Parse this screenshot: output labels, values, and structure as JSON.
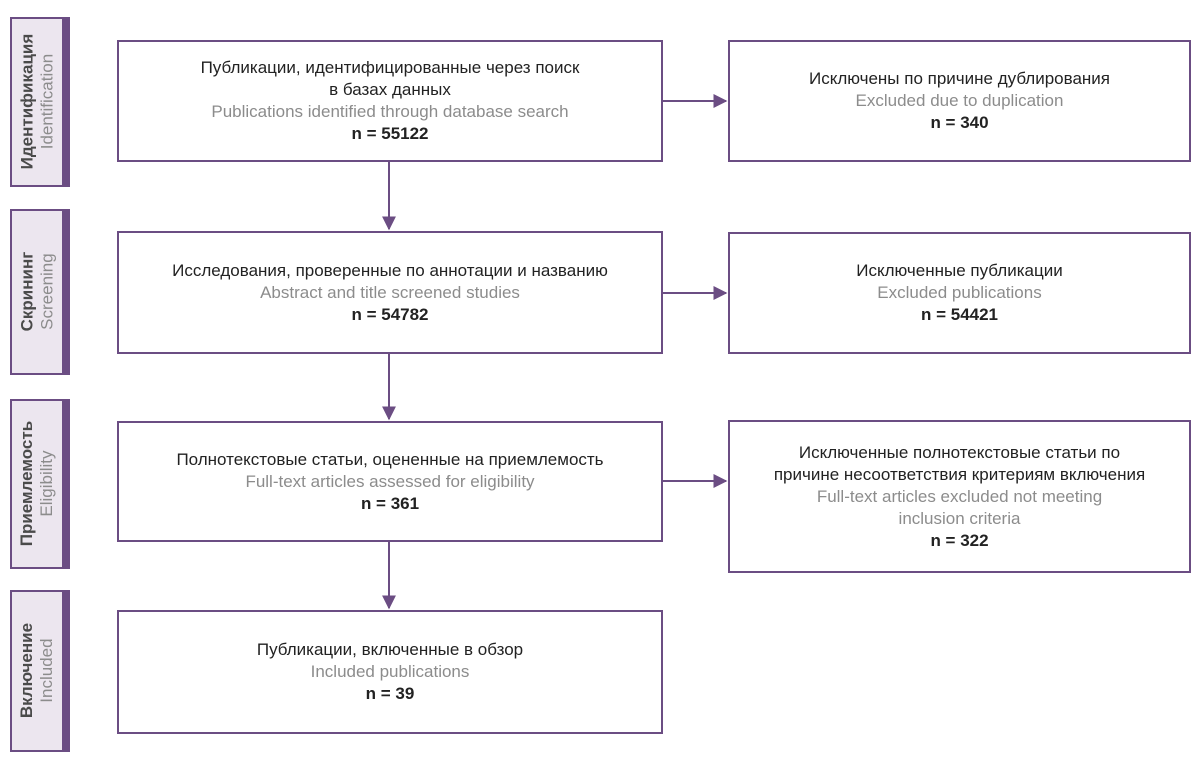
{
  "stages": [
    {
      "ru": "Идентификация",
      "en": "Identification"
    },
    {
      "ru": "Скрининг",
      "en": "Screening"
    },
    {
      "ru": "Приемлемость",
      "en": "Eligibility"
    },
    {
      "ru": "Включение",
      "en": "Included"
    }
  ],
  "main": [
    {
      "ru_lines": [
        "Публикации, идентифицированные через поиск",
        "в базах данных"
      ],
      "en_lines": [
        "Publications identified through database search"
      ],
      "n": "n = 55122"
    },
    {
      "ru_lines": [
        "Исследования, проверенные по аннотации и названию"
      ],
      "en_lines": [
        "Abstract and title screened studies"
      ],
      "n": "n = 54782"
    },
    {
      "ru_lines": [
        "Полнотекстовые статьи, оцененные на приемлемость"
      ],
      "en_lines": [
        "Full-text articles assessed for eligibility"
      ],
      "n": "n = 361"
    },
    {
      "ru_lines": [
        "Публикации, включенные в обзор"
      ],
      "en_lines": [
        "Included publications"
      ],
      "n": "n = 39"
    }
  ],
  "excluded": [
    {
      "ru_lines": [
        "Исключены по причине дублирования"
      ],
      "en_lines": [
        "Excluded due to duplication"
      ],
      "n": "n = 340"
    },
    {
      "ru_lines": [
        "Исключенные публикации"
      ],
      "en_lines": [
        "Excluded publications"
      ],
      "n": "n = 54421"
    },
    {
      "ru_lines": [
        "Исключенные полнотекстовые статьи по",
        "причине несоответствия критериям включения"
      ],
      "en_lines": [
        "Full-text articles excluded not meeting",
        "inclusion criteria"
      ],
      "n": "n = 322"
    }
  ],
  "colors": {
    "accent": "#6b4d83",
    "stage_fill": "#ece6ef",
    "secondary_text": "#8c8c8c"
  }
}
